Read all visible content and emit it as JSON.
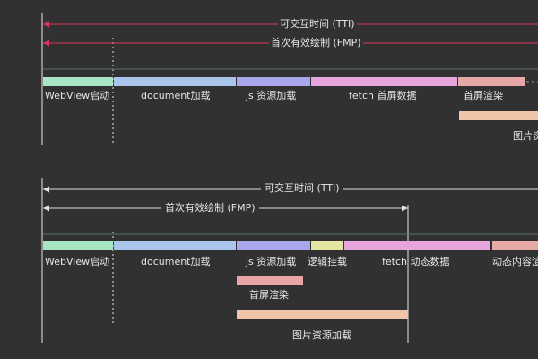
{
  "diagram_top": {
    "tti_label": "可交互时间 (TTI)",
    "fmp_label": "首次有效绘制 (FMP)",
    "segments": [
      {
        "label": "WebView启动",
        "color": "#a8e6c4"
      },
      {
        "label": "document加载",
        "color": "#a9c5ec"
      },
      {
        "label": "js 资源加载",
        "color": "#a9a6ec"
      },
      {
        "label": "fetch 首屏数据",
        "color": "#e7a5dd"
      },
      {
        "label": "首屏渲染",
        "color": "#e7a9a7"
      }
    ],
    "image_bar": {
      "label": "图片资",
      "color": "#f0c4a8"
    }
  },
  "diagram_bottom": {
    "tti_label": "可交互时间 (TTI)",
    "fmp_label": "首次有效绘制 (FMP)",
    "segments": [
      {
        "label": "WebView启动",
        "color": "#a8e6c4"
      },
      {
        "label": "document加载",
        "color": "#a9c5ec"
      },
      {
        "label": "js 资源加载",
        "color": "#a9a6ec"
      },
      {
        "label": "逻辑挂载",
        "color": "#e5e5a4"
      },
      {
        "label": "fetch 动态数据",
        "color": "#e7a5dd"
      },
      {
        "label": "动态内容渲",
        "color": "#e7a9a7"
      }
    ],
    "first_render_bar": {
      "label": "首屏渲染",
      "color": "#e8a6a6"
    },
    "image_bar": {
      "label": "图片资源加载",
      "color": "#f0c4a8"
    }
  },
  "colors": {
    "background": "#313131",
    "line": "#e6e6e6",
    "arrow": "#e0e0e0",
    "baseline": "#5c6e74",
    "arrow_top": "#e0325a"
  }
}
